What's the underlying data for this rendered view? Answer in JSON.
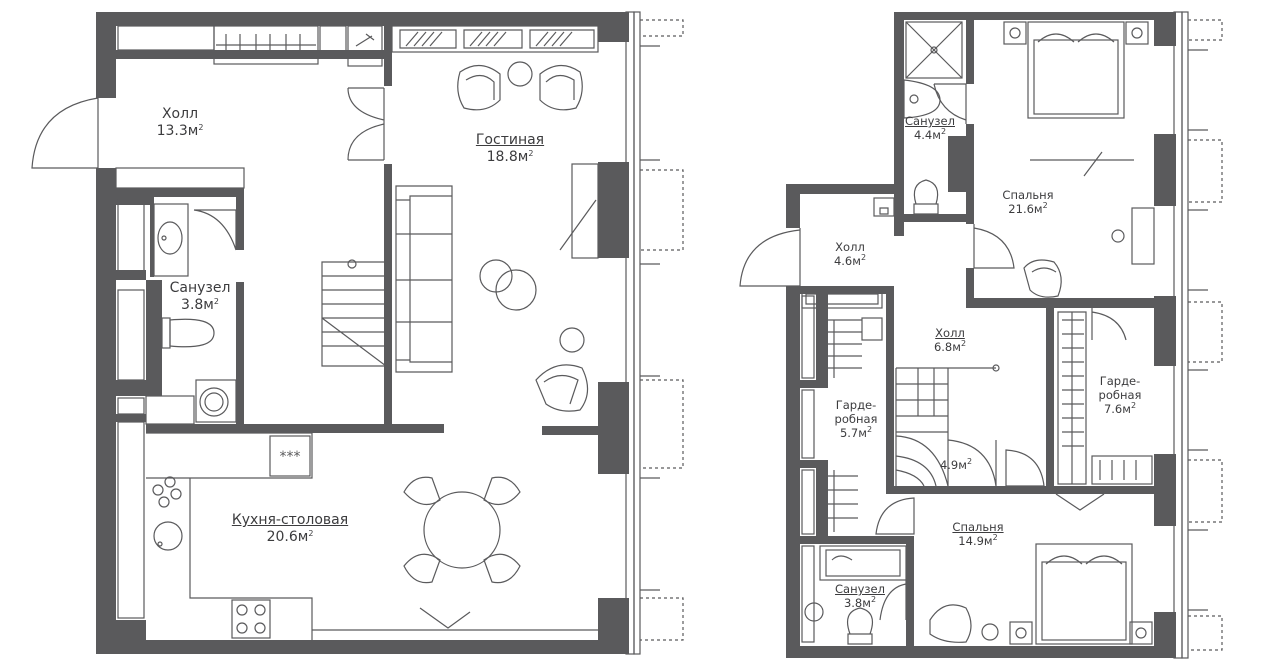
{
  "floors": [
    {
      "rooms": [
        {
          "id": "hall",
          "name": "Холл",
          "area": "13.3",
          "underline": false
        },
        {
          "id": "living",
          "name": "Гостиная",
          "area": "18.8",
          "underline": true
        },
        {
          "id": "bath",
          "name": "Санузел",
          "area": "3.8",
          "underline": false
        },
        {
          "id": "kitchen",
          "name": "Кухня-столовая",
          "area": "20.6",
          "underline": true
        }
      ]
    },
    {
      "rooms": [
        {
          "id": "bath1",
          "name": "Санузел",
          "area": "4.4",
          "underline": true
        },
        {
          "id": "bedroom1",
          "name": "Спальня",
          "area": "21.6",
          "underline": false
        },
        {
          "id": "hall1",
          "name": "Холл",
          "area": "4.6",
          "underline": false
        },
        {
          "id": "hall2",
          "name": "Холл",
          "area": "6.8",
          "underline": true
        },
        {
          "id": "wardrobe1",
          "name": "Гарде-\nробная",
          "area": "5.7",
          "underline": false
        },
        {
          "id": "wardrobe2",
          "name": "Гарде-\nробная",
          "area": "7.6",
          "underline": false
        },
        {
          "id": "stair",
          "name": "",
          "area": "4.9",
          "underline": false
        },
        {
          "id": "bedroom2",
          "name": "Спальня",
          "area": "14.9",
          "underline": true
        },
        {
          "id": "bath2",
          "name": "Санузел",
          "area": "3.8",
          "underline": true
        }
      ]
    }
  ],
  "unit": "м",
  "unit_power": "2",
  "colors": {
    "wall": "#5a5a5c",
    "text": "#3c3c3e",
    "background": "#ffffff"
  }
}
